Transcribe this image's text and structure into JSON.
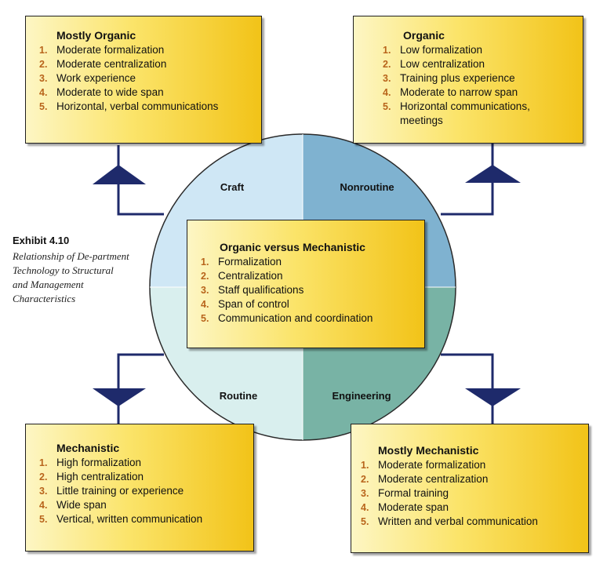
{
  "caption": {
    "exhibit": "Exhibit 4.10",
    "description": "Relationship of De-partment Technology to Structural and Management Characteristics"
  },
  "quadrants": {
    "craft": "Craft",
    "nonroutine": "Nonroutine",
    "routine": "Routine",
    "engineering": "Engineering"
  },
  "colors": {
    "craft": "#cfe7f5",
    "nonroutine": "#7fb2d0",
    "routine": "#d9efee",
    "engineering": "#78b3a5",
    "connector": "#1e2a6b"
  },
  "boxes": {
    "center": {
      "title": "Organic versus Mechanistic",
      "items": [
        {
          "n": "1.",
          "t": "Formalization"
        },
        {
          "n": "2.",
          "t": "Centralization"
        },
        {
          "n": "3.",
          "t": "Staff qualifications"
        },
        {
          "n": "4.",
          "t": "Span of control"
        },
        {
          "n": "5.",
          "t": "Communication and coordination"
        }
      ]
    },
    "mostly_organic": {
      "title": "Mostly Organic",
      "items": [
        {
          "n": "1.",
          "t": "Moderate formalization"
        },
        {
          "n": "2.",
          "t": "Moderate centralization"
        },
        {
          "n": "3.",
          "t": "Work experience"
        },
        {
          "n": "4.",
          "t": "Moderate to wide span"
        },
        {
          "n": "5.",
          "t": "Horizontal, verbal communications"
        }
      ]
    },
    "organic": {
      "title": "Organic",
      "items": [
        {
          "n": "1.",
          "t": "Low formalization"
        },
        {
          "n": "2.",
          "t": "Low centralization"
        },
        {
          "n": "3.",
          "t": "Training plus experience"
        },
        {
          "n": "4.",
          "t": "Moderate to narrow span"
        },
        {
          "n": "5.",
          "t": "Horizontal communications, meetings"
        }
      ]
    },
    "mechanistic": {
      "title": "Mechanistic",
      "items": [
        {
          "n": "1.",
          "t": "High formalization"
        },
        {
          "n": "2.",
          "t": "High centralization"
        },
        {
          "n": "3.",
          "t": "Little training or experience"
        },
        {
          "n": "4.",
          "t": "Wide span"
        },
        {
          "n": "5.",
          "t": "Vertical, written communication"
        }
      ]
    },
    "mostly_mechanistic": {
      "title": "Mostly Mechanistic",
      "items": [
        {
          "n": "1.",
          "t": "Moderate formalization"
        },
        {
          "n": "2.",
          "t": "Moderate centralization"
        },
        {
          "n": "3.",
          "t": "Formal training"
        },
        {
          "n": "4.",
          "t": "Moderate span"
        },
        {
          "n": "5.",
          "t": "Written and verbal communication"
        }
      ]
    }
  }
}
